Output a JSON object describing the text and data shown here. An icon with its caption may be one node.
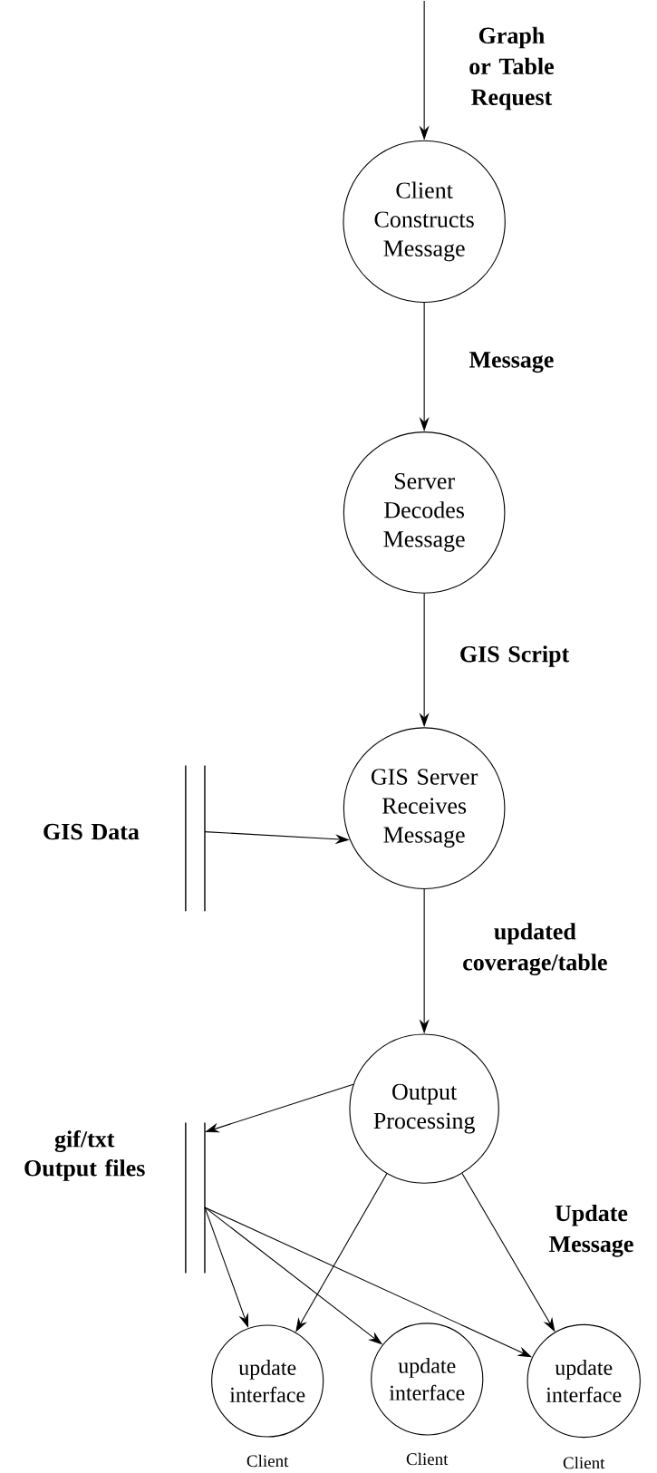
{
  "diagram": {
    "nodes": [
      {
        "text": [
          "Client Constructs Message"
        ]
      },
      {
        "text": [
          "Server Decodes Message"
        ]
      },
      {
        "text": [
          "GIS Data"
        ]
      },
      {
        "text": [
          "GIS Server Receives Message"
        ]
      },
      {
        "text": [
          "Output Processing"
        ]
      },
      {
        "text": [
          "gif/txt Output files"
        ]
      },
      {
        "text": [
          "update interface"
        ],
        "beside": [
          "Client"
        ]
      },
      {
        "text": [
          "update interface"
        ],
        "beside": [
          "Client"
        ]
      },
      {
        "text": [
          "update interface"
        ],
        "beside": [
          "Client"
        ]
      }
    ],
    "edges": [
      {
        "from": null,
        "to": 0,
        "arrow": "to",
        "label": "Graph or Table Request"
      },
      {
        "from": 0,
        "to": 1,
        "arrow": "to",
        "label": "Message"
      },
      {
        "from": 1,
        "to": 3,
        "arrow": "to",
        "label": "GIS Script"
      },
      {
        "from": 2,
        "to": 3,
        "arrow": "to"
      },
      {
        "from": 3,
        "to": 4,
        "arrow": "to",
        "label": "updated coverage/table"
      },
      {
        "from": 4,
        "to": 5,
        "arrow": "to"
      },
      {
        "from": 5,
        "to": 6,
        "arrow": "to"
      },
      {
        "from": 5,
        "to": 7,
        "arrow": "to"
      },
      {
        "from": 5,
        "to": 8,
        "arrow": "to"
      },
      {
        "from": 4,
        "to": 6,
        "arrow": "to"
      },
      {
        "from": 4,
        "to": 8,
        "arrow": "to",
        "label": "Update Message"
      }
    ]
  }
}
